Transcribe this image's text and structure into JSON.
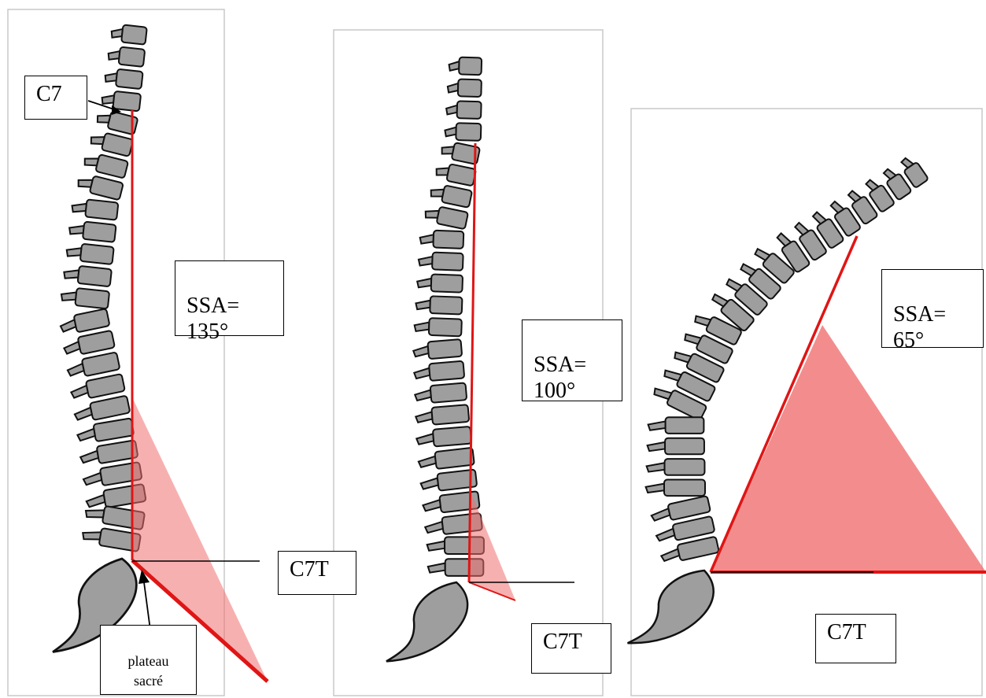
{
  "panels": [
    {
      "id": "normal",
      "labels": {
        "vertebra": "C7",
        "angle": "SSA=\n135°",
        "tangent": "C7T",
        "plateau": "plateau\nsacré"
      }
    },
    {
      "id": "moderate",
      "labels": {
        "angle": "SSA=\n100°",
        "tangent": "C7T"
      }
    },
    {
      "id": "severe",
      "labels": {
        "angle": "SSA=\n65°",
        "tangent": "C7T"
      }
    }
  ],
  "colors": {
    "angle_fill": "#f07070",
    "angle_line": "#e01515",
    "bone": "#9e9e9e",
    "bone_outline": "#111111",
    "frame": "#c8c8c8"
  }
}
